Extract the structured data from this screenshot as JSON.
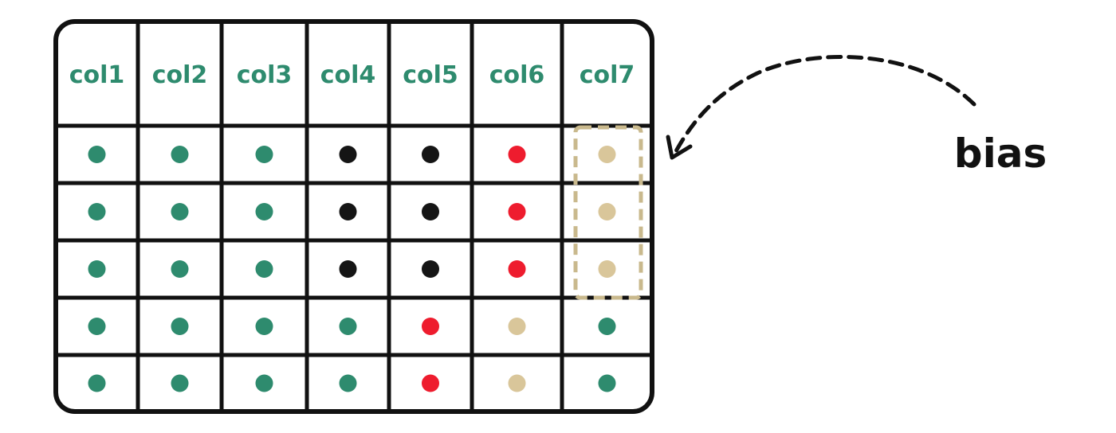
{
  "colors": {
    "header_text": "#2e8b6e",
    "grid_line": "#111111",
    "dot_green": "#2e8b6e",
    "dot_black": "#151515",
    "dot_red": "#ee1c2e",
    "dot_tan": "#d9c69a",
    "highlight_stroke": "#c9b98d",
    "annotation": "#111111"
  },
  "table": {
    "columns": [
      "col1",
      "col2",
      "col3",
      "col4",
      "col5",
      "col6",
      "col7"
    ],
    "rows": [
      [
        "green",
        "green",
        "green",
        "black",
        "black",
        "red",
        "tan"
      ],
      [
        "green",
        "green",
        "green",
        "black",
        "black",
        "red",
        "tan"
      ],
      [
        "green",
        "green",
        "green",
        "black",
        "black",
        "red",
        "tan"
      ],
      [
        "green",
        "green",
        "green",
        "green",
        "red",
        "tan",
        "green"
      ],
      [
        "green",
        "green",
        "green",
        "green",
        "red",
        "tan",
        "green"
      ]
    ]
  },
  "annotation": {
    "label": "bias",
    "highlighted_column": 7,
    "highlighted_rows": [
      1,
      2,
      3
    ]
  }
}
